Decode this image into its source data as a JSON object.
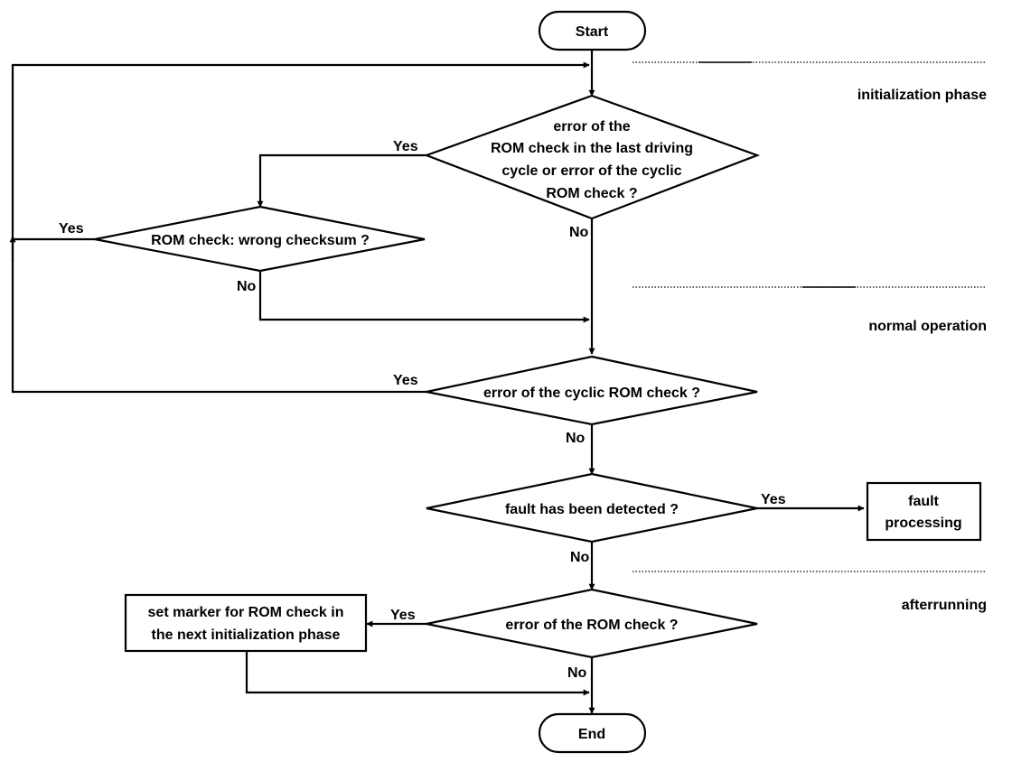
{
  "nodes": {
    "start": "Start",
    "end": "End",
    "d1": [
      "error of the",
      "ROM check in the last driving",
      "cycle or error of the cyclic",
      "ROM check ?"
    ],
    "d2": "ROM check: wrong checksum ?",
    "d3": "error of the cyclic ROM check ?",
    "d4": "fault has been detected ?",
    "d5": "error of the ROM check ?",
    "fault_box": [
      "fault",
      "processing"
    ],
    "marker_box": [
      "set marker for ROM check in",
      "the next initialization phase"
    ]
  },
  "labels": {
    "d1_yes": "Yes",
    "d1_no": "No",
    "d2_yes": "Yes",
    "d2_no": "No",
    "d3_yes": "Yes",
    "d3_no": "No",
    "d4_yes": "Yes",
    "d4_no": "No",
    "d5_yes": "Yes",
    "d5_no": "No"
  },
  "phases": {
    "init": "initialization phase",
    "normal": "normal operation",
    "after": "afterrunning"
  }
}
